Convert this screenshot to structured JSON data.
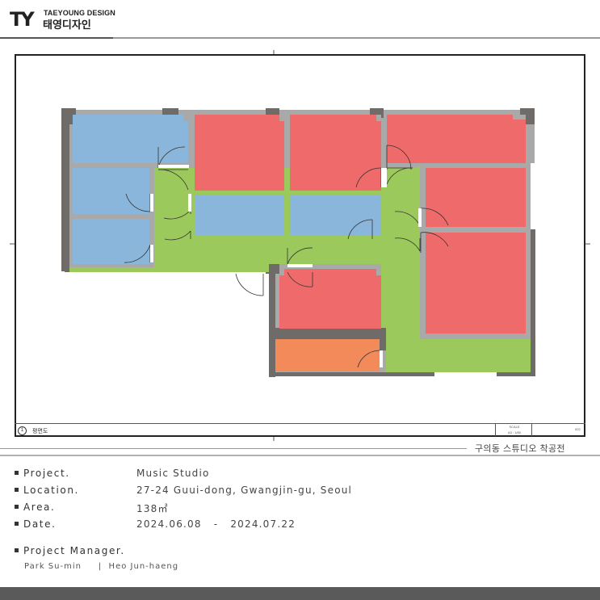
{
  "header": {
    "logo_mark": "TY",
    "logo_en": "TAEYOUNG DESIGN",
    "logo_ko": "태영디자인"
  },
  "plan": {
    "colors": {
      "wall": "#6e6b69",
      "partition": "#a9a9a9",
      "corridor": "#9cc95c",
      "room_red": "#ef6b6b",
      "room_blue": "#8bb6db",
      "room_orange": "#f28a5a"
    }
  },
  "titleblock": {
    "number": "1",
    "title": "평면도",
    "scale_label": "SCALE",
    "scale_value": "A3 : 1/80",
    "code": "002"
  },
  "subtitle": "구의동 스튜디오 착공전",
  "project": {
    "project_label": "Project.",
    "project_value": "Music Studio",
    "location_label": "Location.",
    "location_value": "27-24 Guui-dong, Gwangjin-gu, Seoul",
    "area_label": "Area.",
    "area_value": "138㎡",
    "date_label": "Date.",
    "date_value": "2024.06.08   -   2024.07.22",
    "pm_label": "Project Manager.",
    "pm_names": "Park Su-min     |  Heo Jun-haeng"
  }
}
